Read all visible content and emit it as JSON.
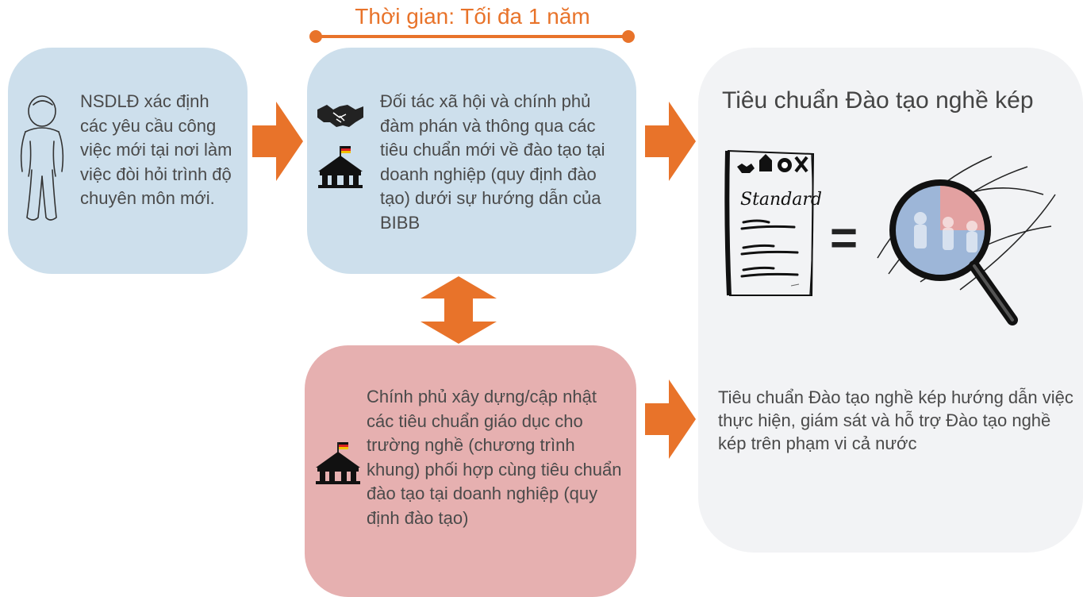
{
  "timeline": {
    "label": "Thời gian: Tối đa 1 năm",
    "color": "#e8732a"
  },
  "box1": {
    "text": "NSDLĐ xác định các yêu cầu công việc mới tại nơi làm việc đòi hỏi trình độ chuyên môn mới.",
    "color": "#cddfec",
    "icon": "person-icon"
  },
  "box2": {
    "text": "Đối tác xã hội và chính phủ đàm phán và thông qua các tiêu chuẩn mới về đào tạo tại doanh nghiệp (quy định đào tạo) dưới sự hướng dẫn của BIBB",
    "color": "#cddfec",
    "icons": [
      "handshake-icon",
      "government-building-icon"
    ]
  },
  "box3": {
    "text": "Chính phủ xây dựng/cập nhật các tiêu chuẩn giáo dục cho trường nghề (chương trình khung) phối hợp cùng tiêu chuẩn đào tạo tại doanh nghiệp (quy định đào tạo)",
    "color": "#e6b0b0",
    "icon": "government-building-icon"
  },
  "result": {
    "title": "Tiêu chuẩn Đào tạo nghề kép",
    "standard_doc_label": "Standard",
    "equals": "=",
    "description": "Tiêu chuẩn Đào tạo nghề kép hướng dẫn việc thực hiện,  giám sát và hỗ trợ Đào tạo nghề kép trên phạm vi cả nước",
    "color": "#f2f3f5"
  },
  "arrow_color": "#e8732a"
}
